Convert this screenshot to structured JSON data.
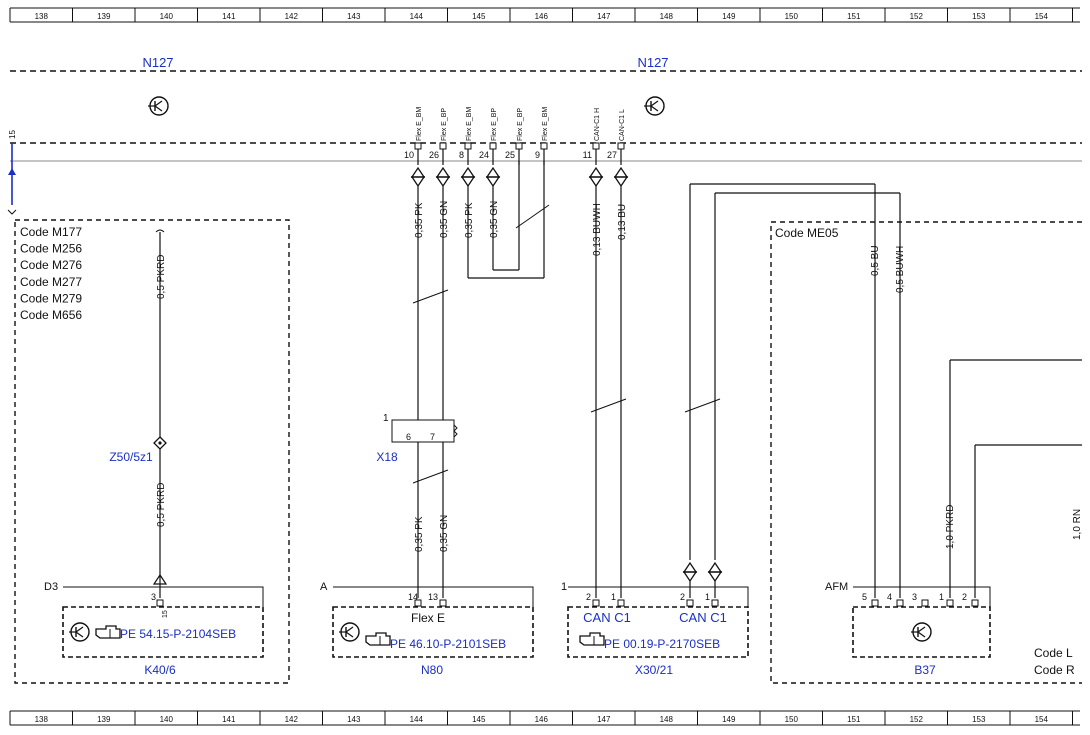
{
  "ruler": [
    "138",
    "139",
    "140",
    "141",
    "142",
    "143",
    "144",
    "145",
    "146",
    "147",
    "148",
    "149",
    "150",
    "151",
    "152",
    "153",
    "154"
  ],
  "ecu": {
    "left_label": "N127",
    "right_label": "N127",
    "strip_num": "15"
  },
  "pins": [
    {
      "name": "Flex E_BM",
      "num": "10"
    },
    {
      "name": "Flex E_BP",
      "num": "26"
    },
    {
      "name": "Flex E_BM",
      "num": "8"
    },
    {
      "name": "Flex E_BP",
      "num": "24"
    },
    {
      "name": "Flex E_BP",
      "num": "25"
    },
    {
      "name": "Flex E_BM",
      "num": "9"
    },
    {
      "name": "CAN-C1 H",
      "num": "11"
    },
    {
      "name": "CAN-C1 L",
      "num": "27"
    }
  ],
  "wire_labels": {
    "w10": "0,35 PK",
    "w26": "0,35 GN",
    "w8": "0,35 PK",
    "w24": "0,35 GN",
    "w11": "0,13 BUWH",
    "w27": "0,13 BU",
    "left_top": "0,5 PKRD",
    "left_bottom": "0,5 PKRD",
    "n80_pk": "0,35 PK",
    "n80_gn": "0,35 GN",
    "afm_bu": "0,5 BU",
    "afm_buwh": "0,5 BUWH",
    "b37_pkrd": "1,0 PKRD",
    "cut_off": "1,0 RN"
  },
  "codes_left": [
    "Code M177",
    "Code M256",
    "Code M276",
    "Code M277",
    "Code M279",
    "Code M656"
  ],
  "code_me05": "Code ME05",
  "codes_bottom_right": [
    "Code L",
    "Code R"
  ],
  "splice": "Z50/5z1",
  "connector_x18": {
    "label": "X18",
    "num": "1",
    "pin_a": "6",
    "pin_b": "7"
  },
  "components": {
    "k40": {
      "label": "K40/6",
      "prefix": "D3",
      "pin": "3",
      "pin_side": "15",
      "ref": "PE 54.15-P-2104SEB"
    },
    "n80": {
      "label": "N80",
      "prefix": "A",
      "name": "Flex E",
      "pin_a": "14",
      "pin_b": "13",
      "ref": "PE 46.10-P-2101SEB"
    },
    "x30": {
      "label": "X30/21",
      "prefix": "1",
      "can_a": "CAN C1",
      "can_b": "CAN C1",
      "pins": [
        "2",
        "1",
        "2",
        "1"
      ],
      "ref": "PE 00.19-P-2170SEB"
    },
    "b37": {
      "label": "B37",
      "prefix": "AFM",
      "pins": [
        "5",
        "4",
        "3",
        "1",
        "2"
      ]
    }
  },
  "colors": {
    "link": "#1a2fc4",
    "line": "#111111"
  }
}
